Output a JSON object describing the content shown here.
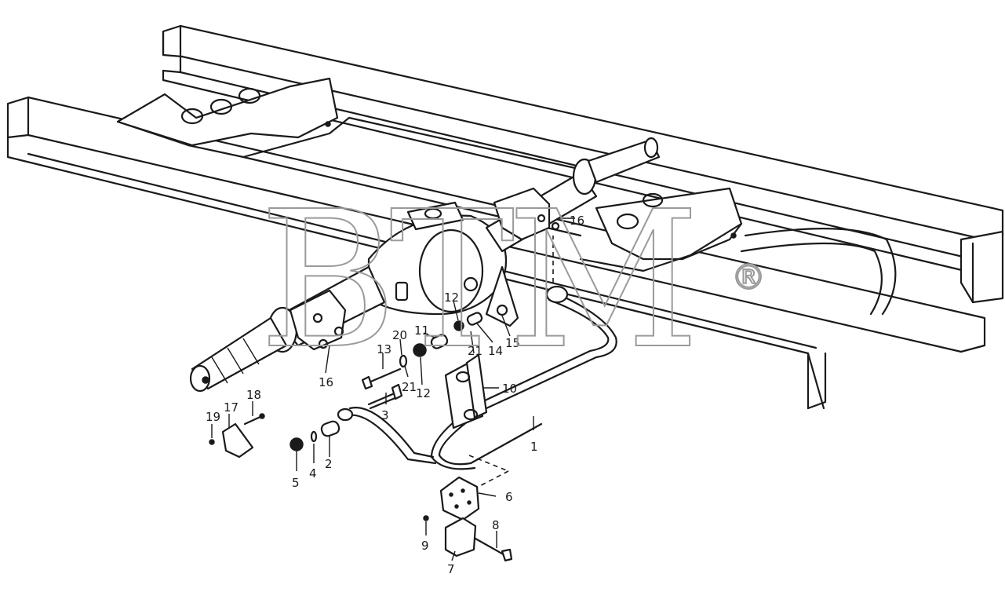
{
  "watermark": {
    "text": "BTM",
    "registered": "®",
    "color": "#9a9a9a"
  },
  "callouts": [
    "1",
    "2",
    "3",
    "4",
    "5",
    "6",
    "7",
    "8",
    "9",
    "10",
    "11",
    "12",
    "13",
    "14",
    "15",
    "16",
    "17",
    "18",
    "19",
    "20",
    "21"
  ],
  "labels": {
    "c1": "1",
    "c2": "2",
    "c3": "3",
    "c4": "4",
    "c5": "5",
    "c6": "6",
    "c7": "7",
    "c8": "8",
    "c9": "9",
    "c10": "10",
    "c11": "11",
    "c12a": "12",
    "c12b": "12",
    "c13": "13",
    "c14": "14",
    "c15": "15",
    "c16a": "16",
    "c16b": "16",
    "c17": "17",
    "c18": "18",
    "c19": "19",
    "c20": "20",
    "c21a": "21",
    "c21b": "21"
  },
  "ink_color": "#1a1a1a"
}
